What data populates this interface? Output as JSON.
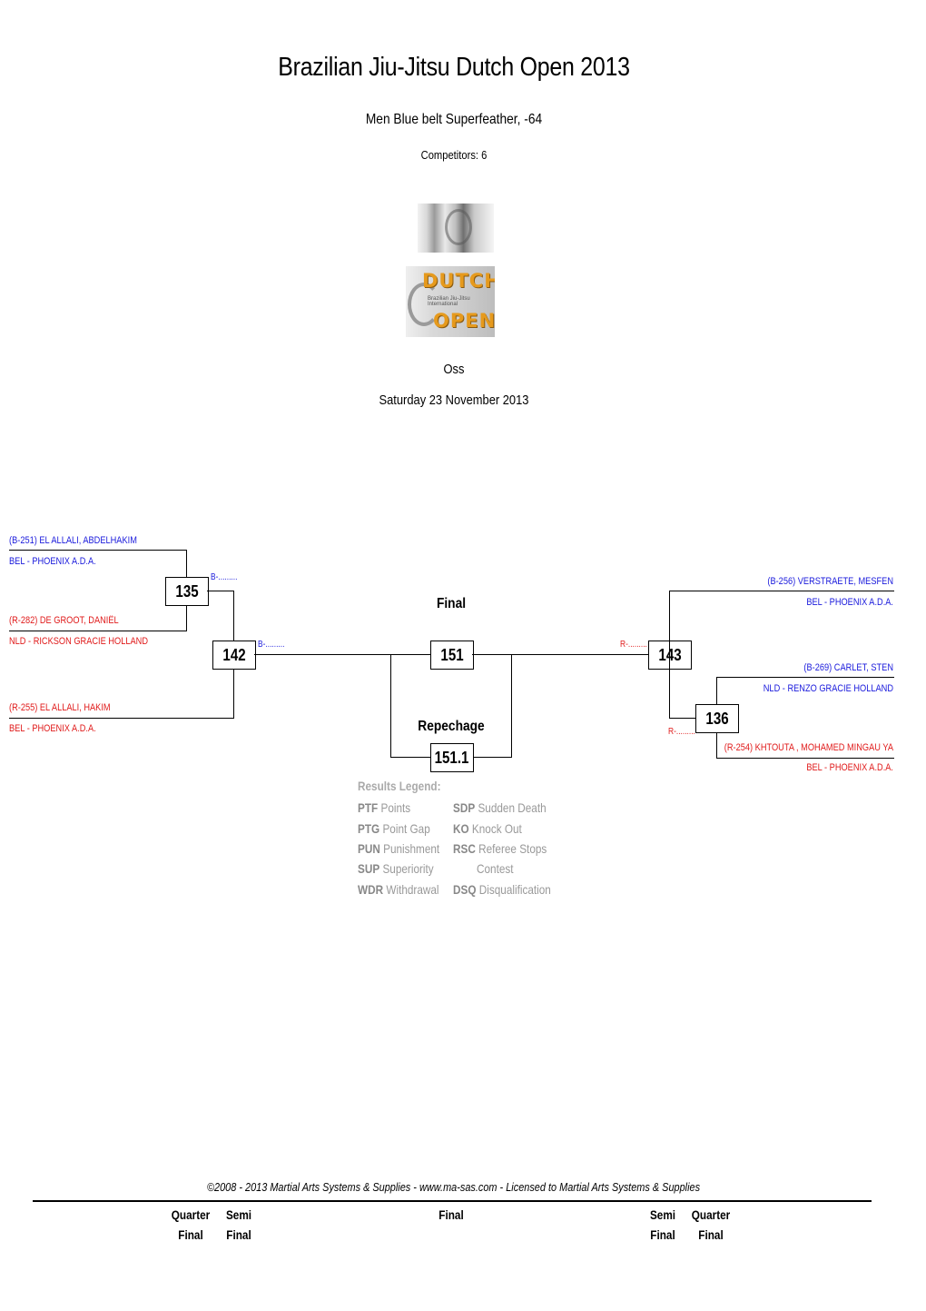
{
  "header": {
    "title": "Brazilian Jiu-Jitsu Dutch Open 2013",
    "subtitle": "Men Blue belt Superfeather, -64",
    "competitors": "Competitors: 6"
  },
  "logos": {
    "dutch_open_word1": "DUTCH",
    "dutch_open_small": "Brazilian Jiu-Jitsu International",
    "dutch_open_word2": "OPEN"
  },
  "event": {
    "place": "Oss",
    "date": "Saturday 23 November 2013"
  },
  "bracket": {
    "left": {
      "c1_name": "(B-251) EL ALLALI, ABDELHAKIM",
      "c1_club": "BEL - PHOENIX A.D.A.",
      "c2_name": "(R-282) DE GROOT, DANIËL",
      "c2_club": "NLD - RICKSON GRACIE HOLLAND",
      "c3_name": "(R-255) EL ALLALI, HAKIM",
      "c3_club": "BEL - PHOENIX A.D.A."
    },
    "right": {
      "c1_name": "(B-256) VERSTRAETE, MESFEN",
      "c1_club": "BEL - PHOENIX A.D.A.",
      "c2_name": "(B-269) CARLET, STEN",
      "c2_club": "NLD - RENZO GRACIE HOLLAND",
      "c3_name": "(R-254) KHTOUTA , MOHAMED MINGAU YA",
      "c3_club": "BEL - PHOENIX A.D.A."
    },
    "matches": {
      "m135": "135",
      "m142": "142",
      "m151": "151",
      "m1511": "151.1",
      "m143": "143",
      "m136": "136"
    },
    "results": {
      "r135": "B-.........",
      "r142": "B-.........",
      "r143": "R-.........",
      "r136": "R-........."
    },
    "labels": {
      "final": "Final",
      "repechage": "Repechage"
    }
  },
  "legend": {
    "title": "Results Legend:",
    "items": [
      {
        "code": "PTF",
        "text": "Points"
      },
      {
        "code": "PTG",
        "text": "Point Gap"
      },
      {
        "code": "PUN",
        "text": "Punishment"
      },
      {
        "code": "SUP",
        "text": "Superiority"
      },
      {
        "code": "WDR",
        "text": "Withdrawal"
      },
      {
        "code": "SDP",
        "text": "Sudden Death"
      },
      {
        "code": "KO",
        "text": "Knock Out"
      },
      {
        "code": "RSC",
        "text": "Referee Stops"
      },
      {
        "code": "",
        "text": "Contest"
      },
      {
        "code": "DSQ",
        "text": "Disqualification"
      }
    ]
  },
  "footer": {
    "copyright": "©2008 - 2013 Martial Arts Systems & Supplies - www.ma-sas.com - Licensed to Martial Arts Systems & Supplies",
    "columns": {
      "quarter_l_1": "Quarter",
      "quarter_l_2": "Final",
      "semi_l_1": "Semi",
      "semi_l_2": "Final",
      "final": "Final",
      "semi_r_1": "Semi",
      "semi_r_2": "Final",
      "quarter_r_1": "Quarter",
      "quarter_r_2": "Final"
    }
  },
  "colors": {
    "blue": "#1a1adc",
    "red": "#e01a1a",
    "legend_grey": "#999999"
  }
}
